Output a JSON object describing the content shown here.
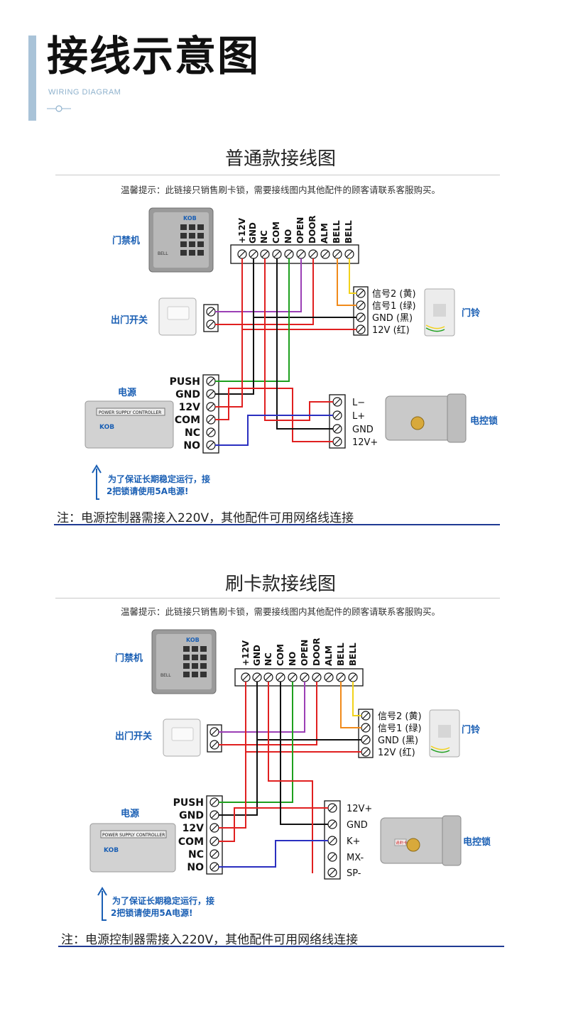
{
  "header": {
    "title": "接线示意图",
    "subtitle": "WIRING DIAGRAM"
  },
  "terminals_top": [
    "+12V",
    "GND",
    "NC",
    "COM",
    "NO",
    "OPEN",
    "DOOR",
    "ALM",
    "BELL",
    "BELL"
  ],
  "psu_terminals": [
    "PUSH",
    "GND",
    "12V",
    "COM",
    "NC",
    "NO"
  ],
  "bell_terminals": [
    "信号2 (黄)",
    "信号1 (绿)",
    "GND (黑)",
    "12V (红)"
  ],
  "power_warning": {
    "line1": "为了保证长期稳定运行，接",
    "line2": "2把锁请使用5A电源!"
  },
  "devices": {
    "access_controller": "门禁机",
    "exit_switch": "出门开关",
    "doorbell": "门铃",
    "power_supply": "电源",
    "electric_lock": "电控锁",
    "psu_face_label": "POWER SUPPLY CONTROLLER",
    "brand": "KOB",
    "bell_word": "BELL",
    "lock_sticker": "请刷卡"
  },
  "sections": [
    {
      "title": "普通款接线图",
      "tip": "温馨提示：此链接只销售刷卡锁，需要接线图内其他配件的顾客请联系客服购买。",
      "lock_terminals": [
        "L−",
        "L+",
        "GND",
        "12V+"
      ],
      "note": "注：电源控制器需接入220V，其他配件可用网络线连接"
    },
    {
      "title": "刷卡款接线图",
      "tip": "温馨提示：此链接只销售刷卡锁，需要接线图内其他配件的顾客请联系客服购买。",
      "lock_terminals": [
        "12V+",
        "GND",
        "K+",
        "MX-",
        "SP-"
      ],
      "note": "注：电源控制器需接入220V，其他配件可用网络线连接"
    }
  ],
  "wire_colors": {
    "red": "#e02020",
    "black": "#111111",
    "green": "#1ea01e",
    "purple": "#9b3fb5",
    "blue": "#2a2fc0",
    "orange": "#f08a1a",
    "yellow": "#f2d21a"
  }
}
